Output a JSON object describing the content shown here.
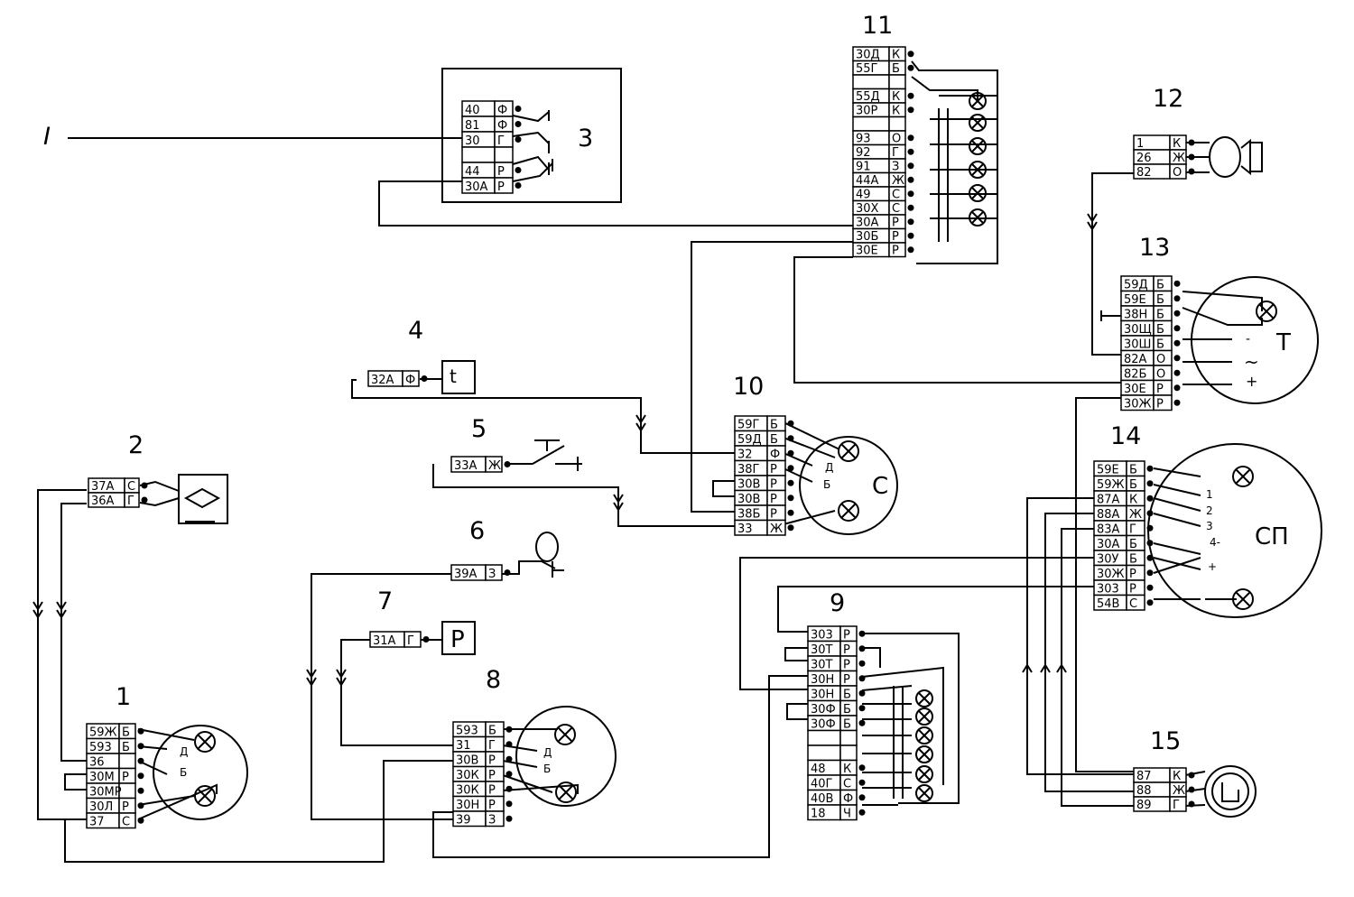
{
  "callouts": [
    "1",
    "2",
    "3",
    "4",
    "5",
    "6",
    "7",
    "8",
    "9",
    "10",
    "11",
    "12",
    "13",
    "14",
    "15"
  ],
  "input_label": "I",
  "blocks": {
    "b1": [
      [
        "59Ж",
        "Б"
      ],
      [
        "593",
        "Б"
      ],
      [
        "36",
        ""
      ],
      [
        "30М",
        "Р"
      ],
      [
        "30МР",
        ""
      ],
      [
        "30Л",
        "Р"
      ],
      [
        "37",
        "С"
      ]
    ],
    "b2": [
      [
        "37А",
        "С"
      ],
      [
        "36А",
        "Г"
      ]
    ],
    "b3": [
      [
        "40",
        "Ф"
      ],
      [
        "81",
        "Ф"
      ],
      [
        "30",
        "Г"
      ],
      [
        "",
        ""
      ],
      [
        "44",
        "Р"
      ],
      [
        "30А",
        "Р"
      ]
    ],
    "b4": [
      [
        "32А",
        "Ф"
      ]
    ],
    "b5": [
      [
        "33А",
        "Ж"
      ]
    ],
    "b6": [
      [
        "39А",
        "З"
      ]
    ],
    "b7": [
      [
        "31А",
        "Г"
      ]
    ],
    "b8": [
      [
        "593",
        "Б"
      ],
      [
        "31",
        "Г"
      ],
      [
        "30В",
        "Р"
      ],
      [
        "30К",
        "Р"
      ],
      [
        "30К",
        "Р"
      ],
      [
        "30Н",
        "Р"
      ],
      [
        "39",
        "З"
      ]
    ],
    "b9": [
      [
        "303",
        "Р"
      ],
      [
        "30Т",
        "Р"
      ],
      [
        "30Т",
        "Р"
      ],
      [
        "30Н",
        "Р"
      ],
      [
        "30Н",
        "Б"
      ],
      [
        "30Ф",
        "Б"
      ],
      [
        "30Ф",
        "Б"
      ],
      [
        "",
        ""
      ],
      [
        "",
        ""
      ],
      [
        "48",
        "К"
      ],
      [
        "40Г",
        "С"
      ],
      [
        "40В",
        "Ф"
      ],
      [
        "18",
        "Ч"
      ]
    ],
    "b10": [
      [
        "59Г",
        "Б"
      ],
      [
        "59Д",
        "Б"
      ],
      [
        "32",
        "Ф"
      ],
      [
        "38Г",
        "Р"
      ],
      [
        "30В",
        "Р"
      ],
      [
        "30В",
        "Р"
      ],
      [
        "38Б",
        "Р"
      ],
      [
        "33",
        "Ж"
      ]
    ],
    "b11": [
      [
        "30Д",
        "К"
      ],
      [
        "55Г",
        "Б"
      ],
      [
        "",
        ""
      ],
      [
        "55Д",
        "К"
      ],
      [
        "30Р",
        "К"
      ],
      [
        "",
        ""
      ],
      [
        "93",
        "О"
      ],
      [
        "92",
        "Г"
      ],
      [
        "91",
        "З"
      ],
      [
        "44А",
        "Ж"
      ],
      [
        "49",
        "С"
      ],
      [
        "30Х",
        "С"
      ],
      [
        "30А",
        "Р"
      ],
      [
        "30Б",
        "Р"
      ],
      [
        "30Е",
        "Р"
      ]
    ],
    "b12": [
      [
        "1",
        "К"
      ],
      [
        "26",
        "Ж"
      ],
      [
        "82",
        "О"
      ]
    ],
    "b13": [
      [
        "59Д",
        "Б"
      ],
      [
        "59Е",
        "Б"
      ],
      [
        "38Н",
        "Б"
      ],
      [
        "30Щ",
        "Б"
      ],
      [
        "30Ш",
        "Б"
      ],
      [
        "82А",
        "О"
      ],
      [
        "82Б",
        "О"
      ],
      [
        "30Е",
        "Р"
      ],
      [
        "30Ж",
        "Р"
      ]
    ],
    "b14": [
      [
        "59Е",
        "Б"
      ],
      [
        "59Ж",
        "Б"
      ],
      [
        "87А",
        "К"
      ],
      [
        "88А",
        "Ж"
      ],
      [
        "83А",
        "Г"
      ],
      [
        "30А",
        "Б"
      ],
      [
        "30У",
        "Б"
      ],
      [
        "30Ж",
        "Р"
      ],
      [
        "303",
        "Р"
      ],
      [
        "54В",
        "С"
      ]
    ],
    "b15": [
      [
        "87",
        "К"
      ],
      [
        "88",
        "Ж"
      ],
      [
        "89",
        "Г"
      ]
    ]
  },
  "instrument_symbols": {
    "c10": "С",
    "c13": "Т",
    "c14": "СП",
    "b7": "Р",
    "b4": "t"
  },
  "terminal_labels": {
    "d": "Д",
    "b": "Б"
  },
  "ammeter_marks": {
    "minus": "-",
    "tilde": "~",
    "plus": "+"
  },
  "sp_terminals": [
    "1",
    "2",
    "3",
    "4-",
    "+"
  ]
}
